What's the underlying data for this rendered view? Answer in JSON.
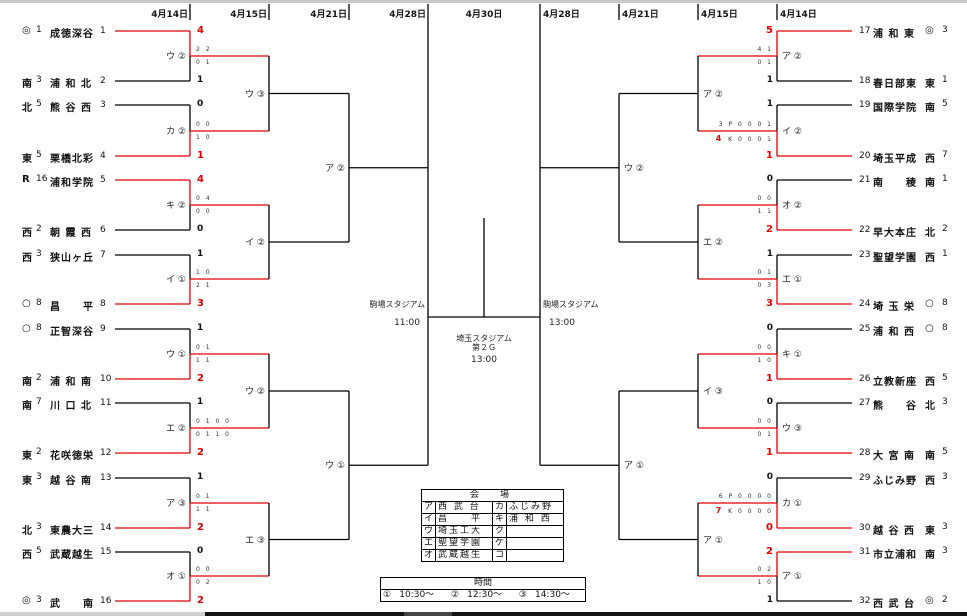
{
  "dates": {
    "left": [
      "4月14日",
      "4月15日",
      "4月21日",
      "4月28日"
    ],
    "final": "4月30日",
    "right": [
      "4月28日",
      "4月21日",
      "4月15日",
      "4月14日"
    ]
  },
  "left_teams": [
    {
      "mark": "◎",
      "rank": "1",
      "name": "成徳深谷",
      "no": "1"
    },
    {
      "mark": "南",
      "rank": "3",
      "name": "浦 和 北",
      "no": "2"
    },
    {
      "mark": "北",
      "rank": "5",
      "name": "熊 谷 西",
      "no": "3"
    },
    {
      "mark": "東",
      "rank": "5",
      "name": "栗橋北彩",
      "no": "4"
    },
    {
      "mark": "R",
      "rank": "16",
      "name": "浦和学院",
      "no": "5"
    },
    {
      "mark": "西",
      "rank": "2",
      "name": "朝 霞 西",
      "no": "6"
    },
    {
      "mark": "西",
      "rank": "3",
      "name": "狭山ヶ丘",
      "no": "7"
    },
    {
      "mark": "○",
      "rank": "8",
      "name": "昌　　平",
      "no": "8"
    },
    {
      "mark": "○",
      "rank": "8",
      "name": "正智深谷",
      "no": "9"
    },
    {
      "mark": "南",
      "rank": "2",
      "name": "浦 和 南",
      "no": "10"
    },
    {
      "mark": "南",
      "rank": "7",
      "name": "川 口 北",
      "no": "11"
    },
    {
      "mark": "東",
      "rank": "2",
      "name": "花咲徳栄",
      "no": "12"
    },
    {
      "mark": "東",
      "rank": "3",
      "name": "越 谷 南",
      "no": "13"
    },
    {
      "mark": "北",
      "rank": "3",
      "name": "東農大三",
      "no": "14"
    },
    {
      "mark": "西",
      "rank": "5",
      "name": "武蔵越生",
      "no": "15"
    },
    {
      "mark": "◎",
      "rank": "3",
      "name": "武　　南",
      "no": "16"
    }
  ],
  "right_teams": [
    {
      "no": "17",
      "name": "浦 和 東",
      "mark": "◎",
      "rank": "3"
    },
    {
      "no": "18",
      "name": "春日部東",
      "mark": "東",
      "rank": "1"
    },
    {
      "no": "19",
      "name": "国際学院",
      "mark": "南",
      "rank": "5"
    },
    {
      "no": "20",
      "name": "埼玉平成",
      "mark": "西",
      "rank": "7"
    },
    {
      "no": "21",
      "name": "南　　稜",
      "mark": "南",
      "rank": "1"
    },
    {
      "no": "22",
      "name": "早大本庄",
      "mark": "北",
      "rank": "2"
    },
    {
      "no": "23",
      "name": "聖望学園",
      "mark": "西",
      "rank": "1"
    },
    {
      "no": "24",
      "name": "埼 玉 栄",
      "mark": "○",
      "rank": "8"
    },
    {
      "no": "25",
      "name": "浦 和 西",
      "mark": "○",
      "rank": "8"
    },
    {
      "no": "26",
      "name": "立教新座",
      "mark": "西",
      "rank": "5"
    },
    {
      "no": "27",
      "name": "熊　　谷",
      "mark": "北",
      "rank": "3"
    },
    {
      "no": "28",
      "name": "大 宮 南",
      "mark": "南",
      "rank": "5"
    },
    {
      "no": "29",
      "name": "ふじみ野",
      "mark": "西",
      "rank": "3"
    },
    {
      "no": "30",
      "name": "越 谷 西",
      "mark": "東",
      "rank": "3"
    },
    {
      "no": "31",
      "name": "市立浦和",
      "mark": "南",
      "rank": "3"
    },
    {
      "no": "32",
      "name": "西 武 台",
      "mark": "◎",
      "rank": "2"
    }
  ],
  "left_r1": [
    {
      "venue": "ウ ②",
      "top_score": "4",
      "bot_score": "1",
      "winner": "top",
      "inn_top": "2 2",
      "inn_bot": "0 1"
    },
    {
      "venue": "カ ②",
      "top_score": "0",
      "bot_score": "1",
      "winner": "bot",
      "inn_top": "0 0",
      "inn_bot": "1 0"
    },
    {
      "venue": "キ ②",
      "top_score": "4",
      "bot_score": "0",
      "winner": "top",
      "inn_top": "0 4",
      "inn_bot": "0 0"
    },
    {
      "venue": "イ ①",
      "top_score": "1",
      "bot_score": "3",
      "winner": "bot",
      "inn_top": "1 0",
      "inn_bot": "2 1"
    },
    {
      "venue": "ウ ①",
      "top_score": "1",
      "bot_score": "2",
      "winner": "bot",
      "inn_top": "0 1",
      "inn_bot": "1 1"
    },
    {
      "venue": "エ ②",
      "top_score": "1",
      "bot_score": "2",
      "winner": "bot",
      "inn_top": "0 1 0 0",
      "inn_bot": "0 1 1 0"
    },
    {
      "venue": "ア ③",
      "top_score": "1",
      "bot_score": "2",
      "winner": "bot",
      "inn_top": "0 1",
      "inn_bot": "1 1"
    },
    {
      "venue": "オ ①",
      "top_score": "0",
      "bot_score": "2",
      "winner": "bot",
      "inn_top": "0 0",
      "inn_bot": "0 2"
    }
  ],
  "right_r1": [
    {
      "venue": "ア ②",
      "top_score": "5",
      "bot_score": "1",
      "winner": "top",
      "inn_top": "4 1",
      "inn_bot": "0 1"
    },
    {
      "venue": "イ ②",
      "top_score": "1",
      "bot_score": "1",
      "winner": "bot",
      "inn_top": "3 P 0 0 0 1",
      "inn_bot": "K 0 0 0 1",
      "inn_bot_prefix": "4"
    },
    {
      "venue": "オ ②",
      "top_score": "0",
      "bot_score": "2",
      "winner": "bot",
      "inn_top": "0 0",
      "inn_bot": "1 1"
    },
    {
      "venue": "エ ①",
      "top_score": "1",
      "bot_score": "3",
      "winner": "bot",
      "inn_top": "0 1",
      "inn_bot": "0 3"
    },
    {
      "venue": "キ ①",
      "top_score": "0",
      "bot_score": "1",
      "winner": "bot",
      "inn_top": "0 0",
      "inn_bot": "1 0"
    },
    {
      "venue": "ウ ③",
      "top_score": "0",
      "bot_score": "1",
      "winner": "bot",
      "inn_top": "0 0",
      "inn_bot": "0 1"
    },
    {
      "venue": "カ ①",
      "top_score": "0",
      "bot_score": "0",
      "winner": "bot",
      "inn_top": "6 P 0 0 0 0",
      "inn_bot": "K 0 0 0 0",
      "inn_bot_prefix": "7"
    },
    {
      "venue": "ア ①",
      "top_score": "2",
      "bot_score": "1",
      "winner": "top",
      "inn_top": "0 2",
      "inn_bot": "1 0"
    }
  ],
  "left_r2": [
    "ウ ③",
    "イ ②",
    "ウ ②",
    "エ ③"
  ],
  "left_r3": [
    "ア ②",
    "ウ ①"
  ],
  "right_r2": [
    "ア ②",
    "エ ②",
    "イ ③",
    "ア ①"
  ],
  "right_r3": [
    "ウ ②",
    "ア ①"
  ],
  "semifinal_left": {
    "venue": "駒場スタジアム",
    "time": "11:00"
  },
  "semifinal_right": {
    "venue": "駒場スタジアム",
    "time": "13:00"
  },
  "final": {
    "venue_line1": "埼玉スタジアム",
    "venue_line2": "第２Ｇ",
    "time": "13:00"
  },
  "venue_table": {
    "title": "会　場",
    "rows": [
      {
        "k1": "ア",
        "v1": "西 武 台",
        "k2": "カ",
        "v2": "ふじみ野"
      },
      {
        "k1": "イ",
        "v1": "昌　　平",
        "k2": "キ",
        "v2": "浦 和 西"
      },
      {
        "k1": "ウ",
        "v1": "埼玉工大",
        "k2": "ク",
        "v2": ""
      },
      {
        "k1": "エ",
        "v1": "聖望学園",
        "k2": "ケ",
        "v2": ""
      },
      {
        "k1": "オ",
        "v1": "武蔵越生",
        "k2": "コ",
        "v2": ""
      }
    ]
  },
  "time_table": {
    "title": "時間",
    "slots": [
      {
        "mark": "①",
        "time": "10:30～"
      },
      {
        "mark": "②",
        "time": "12:30～"
      },
      {
        "mark": "③",
        "time": "14:30～"
      }
    ]
  },
  "colors": {
    "winner_line": "#e00000",
    "line": "#000000"
  }
}
